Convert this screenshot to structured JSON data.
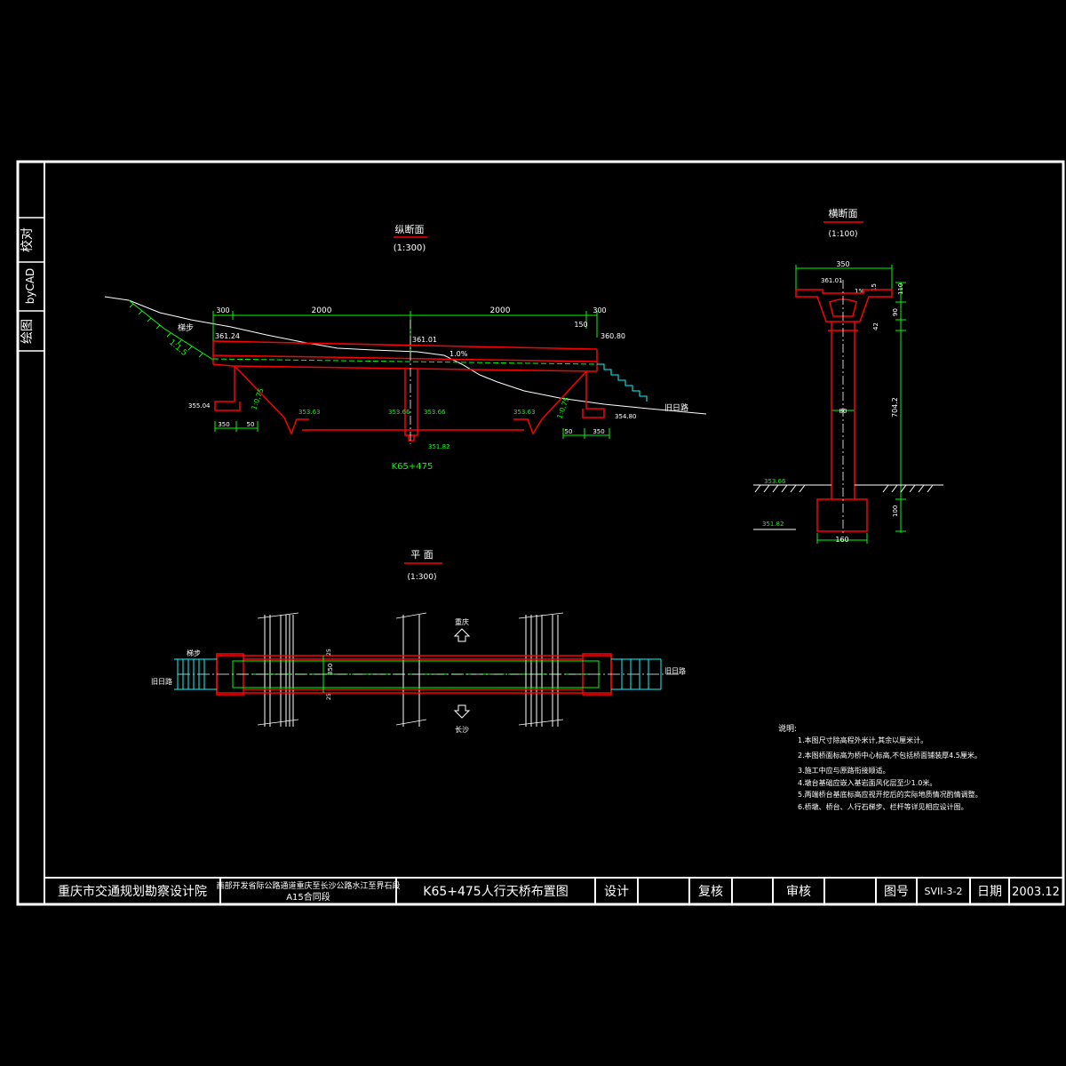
{
  "side_strip": {
    "drawn": "绘图",
    "bycad": "byCAD",
    "proof": "校对"
  },
  "longitudinal": {
    "title": "纵断面",
    "scale": "(1:300)",
    "dim_300_left": "300",
    "dim_2000_left": "2000",
    "dim_2000_right": "2000",
    "dim_300_right": "300",
    "dim_150": "150",
    "elev_deck_left": "361.24",
    "elev_deck_mid": "361.01",
    "elev_deck_right": "360.80",
    "grade": "1.0%",
    "slope_left_ground": "1:1.5",
    "stairs_left": "梯步",
    "slope_abut_left": "1:0.75",
    "slope_abut_right": "1:0.75",
    "elev_abut_left": "355.04",
    "elev_abut_right": "354.80",
    "elev_ground_1": "353.63",
    "elev_ground_2": "353.66",
    "elev_ground_3": "353.66",
    "elev_ground_4": "353.63",
    "elev_pier_base": "351.82",
    "dim_350_left": "350",
    "dim_50_left": "50",
    "dim_50_right": "50",
    "dim_350_right": "350",
    "old_road": "旧日路",
    "station": "K65+475"
  },
  "cross_section": {
    "title": "横断面",
    "scale": "(1:100)",
    "dim_350": "350",
    "elev_top": "361.01",
    "slope": "1%",
    "dim_15": "15",
    "dim_110": "110",
    "dim_90": "90",
    "dim_42": "42",
    "dim_80": "80",
    "dim_pier_height": "704.2",
    "elev_ground": "353.66",
    "dim_100": "100",
    "elev_base": "351.82",
    "dim_160": "160"
  },
  "plan": {
    "title": "平  面",
    "scale": "(1:300)",
    "north_label": "重庆",
    "south_label": "长沙",
    "stairs_left": "梯步",
    "old_road_left": "旧日路",
    "old_road_right": "旧日路",
    "dim_350": "350",
    "dim_25_top": "25",
    "dim_25_bottom": "25"
  },
  "notes": {
    "heading": "说明:",
    "items": [
      "1.本图尺寸除高程外米计,其余以厘米计。",
      "2.本图桥面标高为桥中心标高,不包括桥面铺装厚4.5厘米。",
      "3.施工中应与原路衔接顺适。",
      "4.墩台基础应嵌入基岩面风化层至少1.0米。",
      "5.两端桥台基底标高应视开挖后的实际地质情况酌情调整。",
      "6.桥墩、桥台、人行石梯步、栏杆等详见相应设计图。"
    ]
  },
  "title_block": {
    "company": "重庆市交通规划勘察设计院",
    "project_line1": "西部开发省际公路通道重庆至长沙公路水江至界石段",
    "project_line2": "A15合同段",
    "drawing_title": "K65+475人行天桥布置图",
    "design": "设计",
    "recheck": "复核",
    "review": "审核",
    "drawing_no_label": "图号",
    "drawing_no": "SVII-3-2",
    "date_label": "日期",
    "date": "2003.12"
  },
  "colors": {
    "background": "#000000",
    "frame": "#ffffff",
    "structure": "#ff0000",
    "dimension": "#00ff00",
    "annotation": "#ffffff",
    "slope_mark": "#00ffff",
    "centerline": "#00ff00"
  }
}
